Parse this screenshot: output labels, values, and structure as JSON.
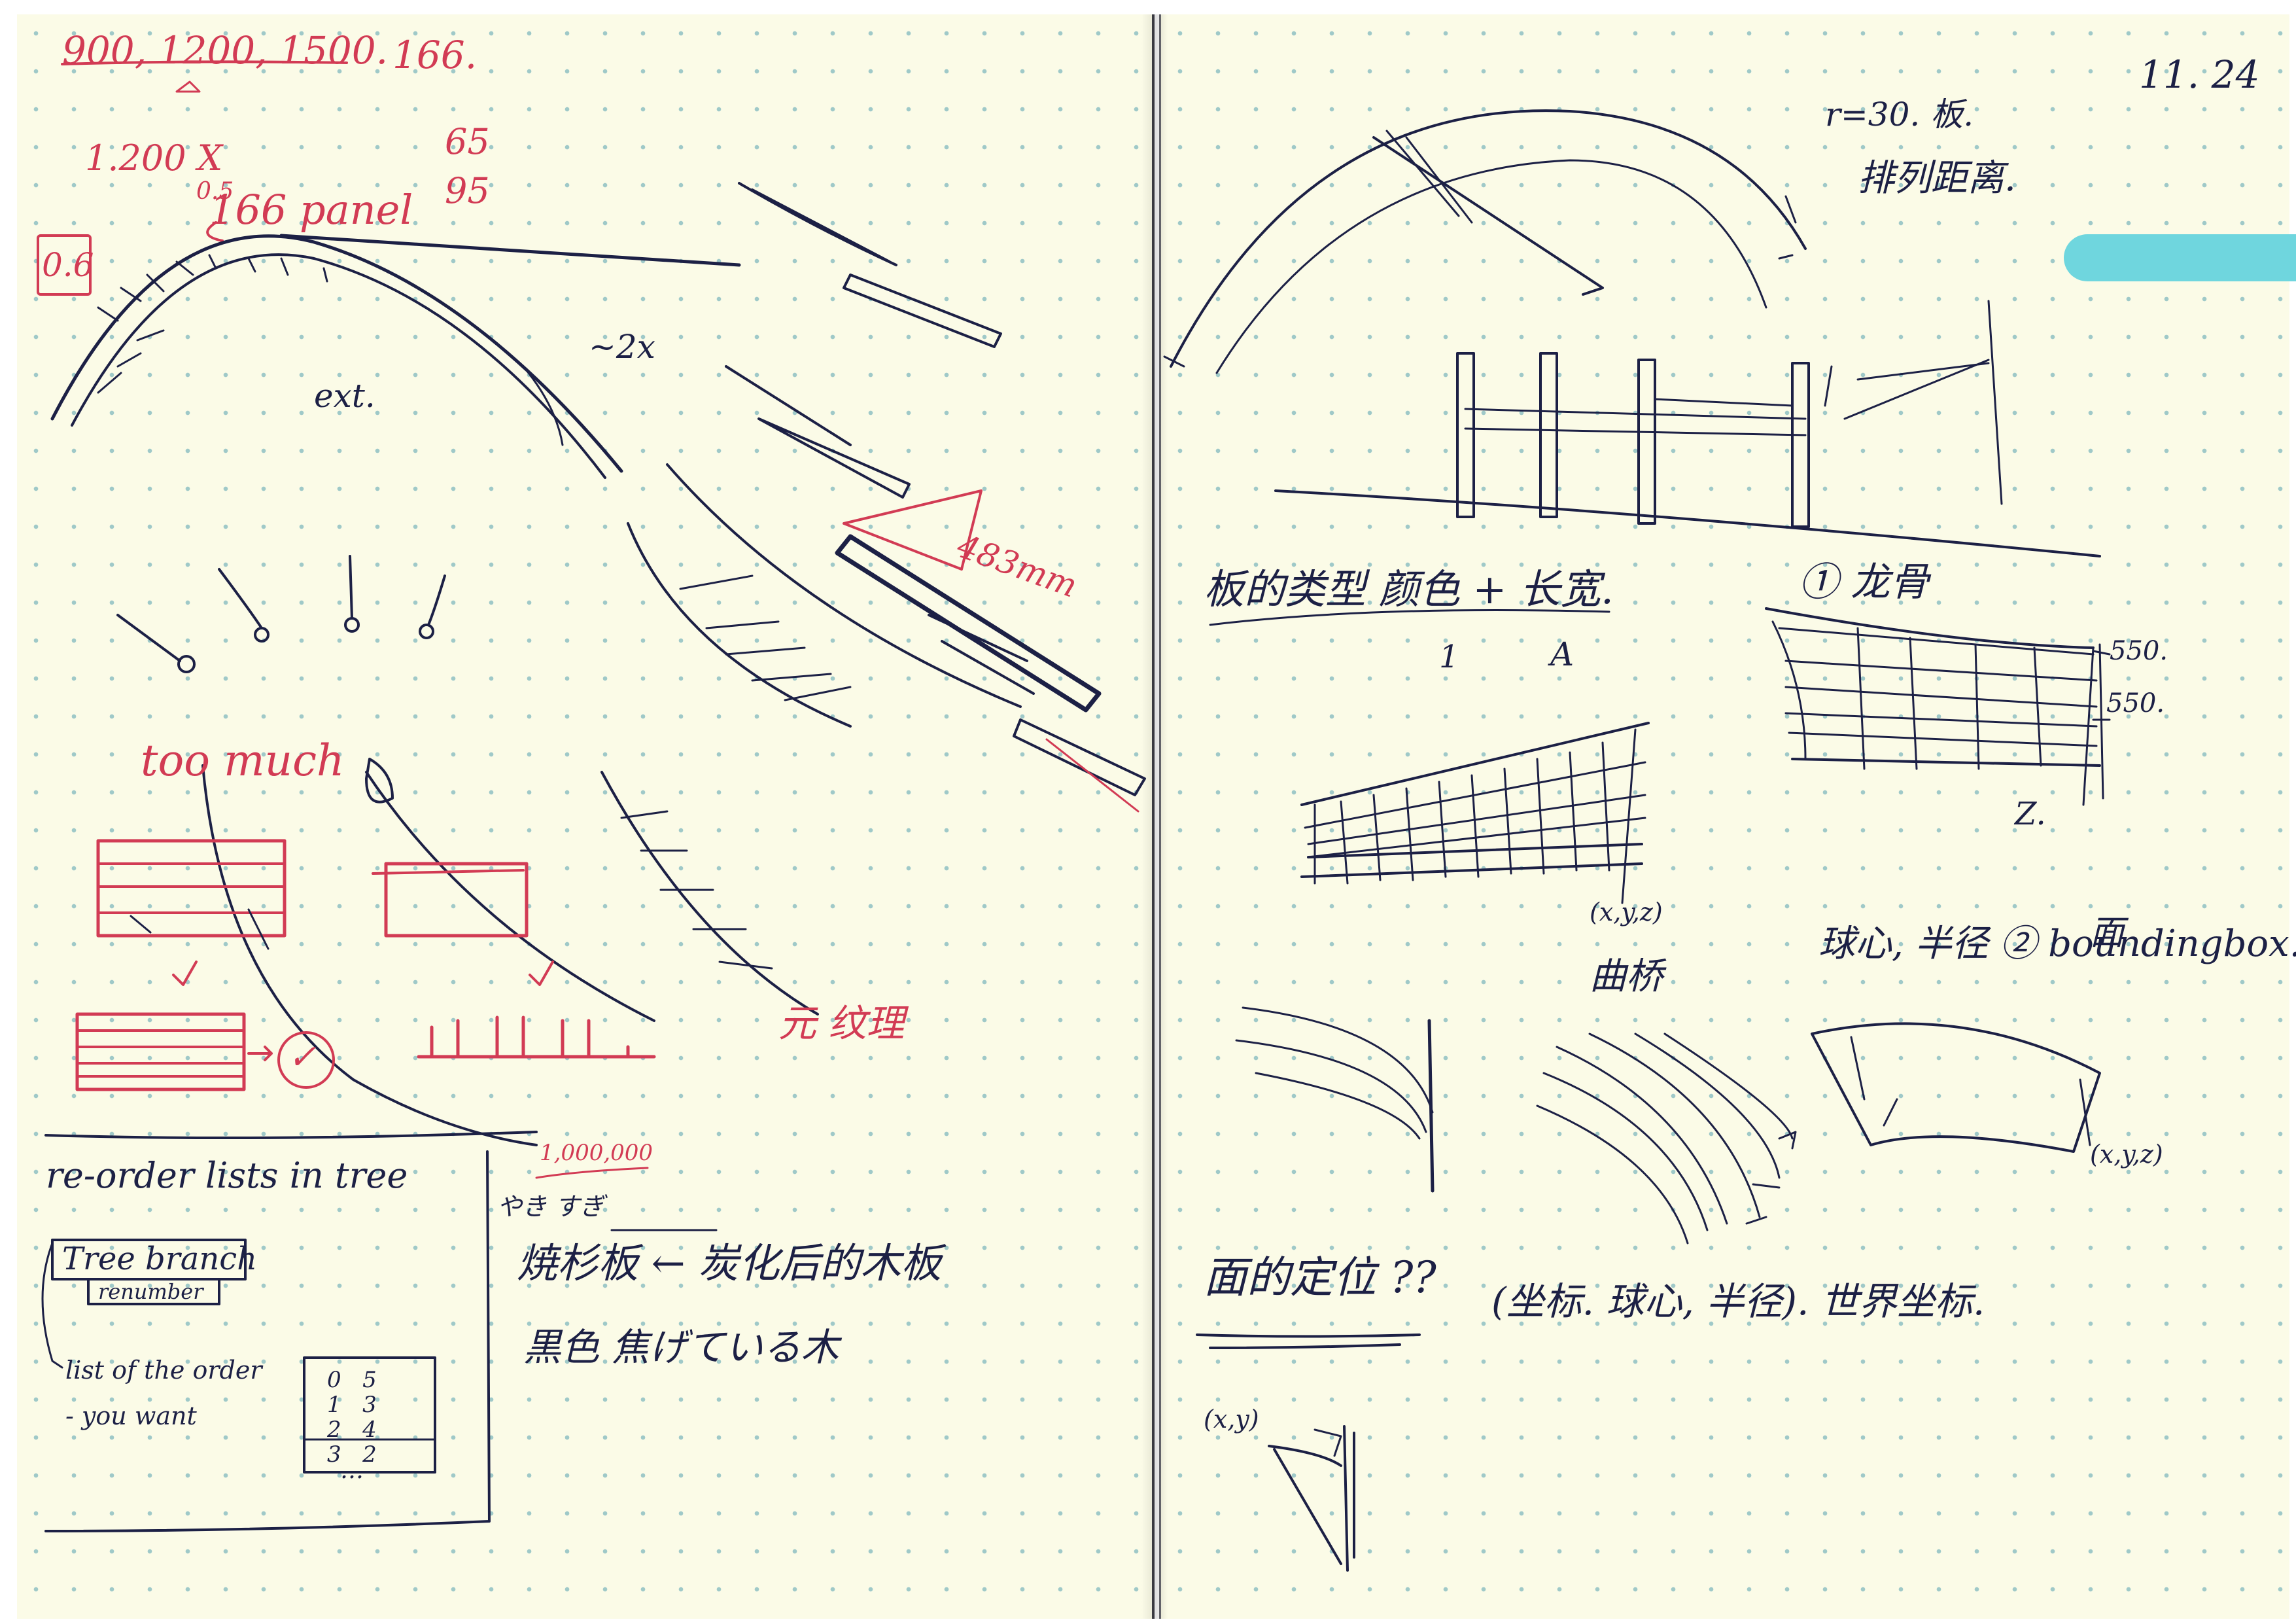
{
  "colors": {
    "paper": "#fbfbe7",
    "dot_grid": "#9fc9c8",
    "blue_ink": "#1c2045",
    "red_ink": "#d23b54",
    "tab": "#6fd6de"
  },
  "left_page": {
    "top_dims": "900, 1200, 1500.",
    "top_num": "166.",
    "row1_label": "1.200 X",
    "row1_num": "65",
    "row2_a": "0.5",
    "row2_label": "166 panel",
    "row2_num": "95",
    "ratio_box": "0.6",
    "ext_note": "ext.",
    "xnote": "~2x",
    "dim_label": "483mm",
    "too_much": "too much",
    "red_circle": "✓",
    "red_note_bottom": "元 纹理",
    "reorder_title": "re-order lists in tree",
    "tree_branch": "Tree branch",
    "renumber": "renumber",
    "list_note_1": "list of the order",
    "list_note_2": "- you want",
    "grid_col1": [
      "0",
      "1",
      "2",
      "3"
    ],
    "grid_col2": [
      "5",
      "3",
      "4",
      "2"
    ],
    "grid_dots": "…",
    "small_num": "1,000,000",
    "furigana": "やき すぎ",
    "jp_line1": "焼杉板 ← 炭化后的木板",
    "jp_line2": "黒色 焦げている木"
  },
  "right_page": {
    "date": "11. 24",
    "note_top_1": "r=30. 板.",
    "note_top_2": "排列距离.",
    "board_type": "板的类型  颜色 + 长宽.",
    "label_1": "1",
    "label_A": "A",
    "sec1_title": "① 龙骨",
    "dim_550_a": "550.",
    "dim_550_b": "550.",
    "label_z": "Z.",
    "xyz_1": "(x,y,z)",
    "label_qiao": "曲桥",
    "sphere_note": "球心, 半径 ② boundingbox.",
    "label_mian": "面",
    "xyz_2": "(x,y,z)",
    "q_title": "面的定位 ??",
    "coords_note": "(坐标. 球心, 半径). 世界坐标.",
    "xy_label": "(x,y)"
  }
}
